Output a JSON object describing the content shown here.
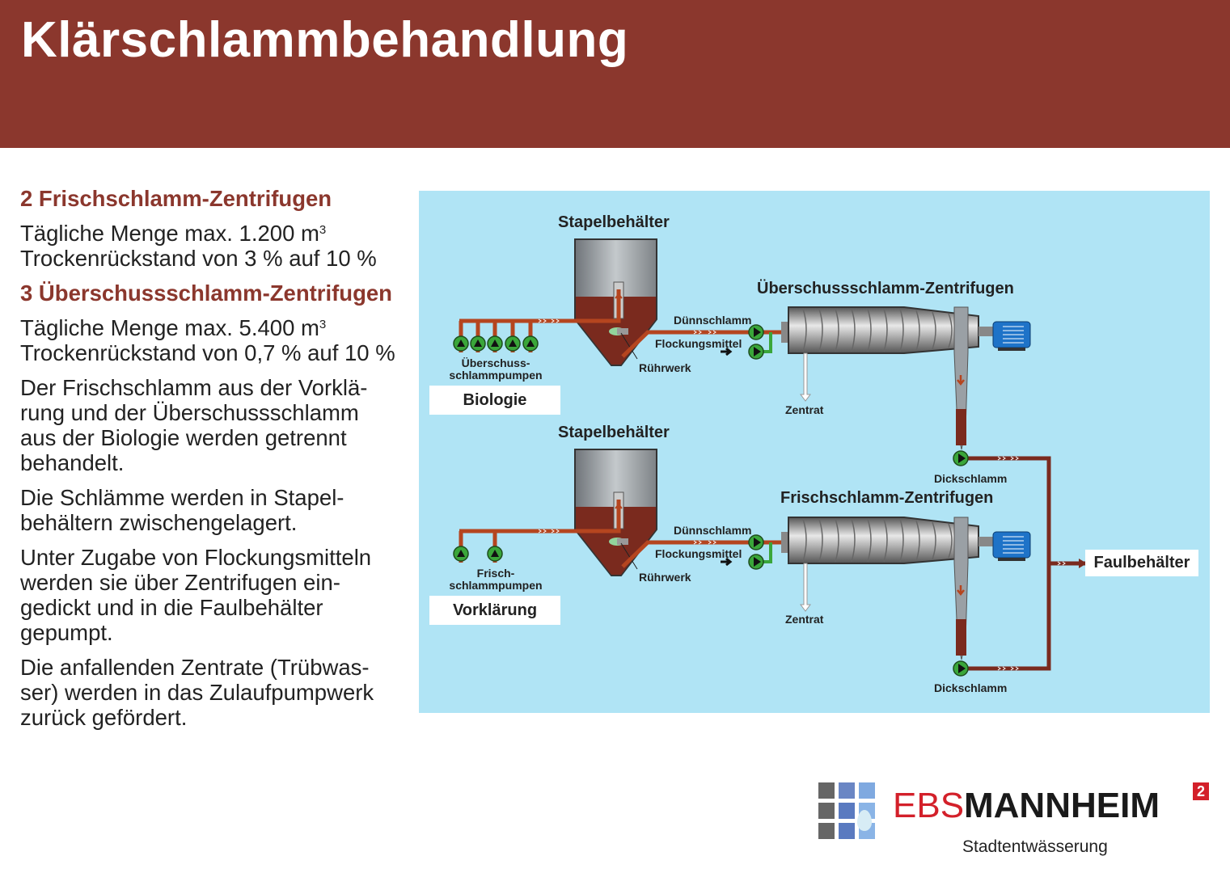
{
  "header": {
    "title": "Klärschlammbehandlung"
  },
  "text": {
    "h1": "2 Frischschlamm-Zentrifugen",
    "p1a": "Tägliche Menge max. 1.200 m",
    "p1sup": "3",
    "p1b": "Trockenrückstand von 3 % auf 10 %",
    "h2": "3 Überschussschlamm-Zentrifugen",
    "p2a": "Tägliche Menge max. 5.400 m",
    "p2sup": "3",
    "p2b": "Trockenrückstand von 0,7 % auf 10 %",
    "p3": "Der Frischschlamm aus der Vorklä-rung und der Überschussschlamm aus der Biologie werden getrennt behandelt.",
    "p4": "Die Schlämme werden in Stapel-behältern zwischengelagert.",
    "p5": "Unter Zugabe von Flockungsmitteln werden sie über Zentrifugen ein-gedickt und in die Faulbehälter gepumpt.",
    "p6": "Die anfallenden Zentrate (Trübwas-ser) werden in das Zulaufpumpwerk zurück gefördert."
  },
  "diagram": {
    "top": {
      "tank": "Stapelbehälter",
      "centrifuge": "Überschussschlamm-Zentrifugen",
      "thin": "Dünnschlamm",
      "floc": "Flockungsmittel",
      "stirrer": "Rührwerk",
      "pumps1": "Überschuss-",
      "pumps2": "schlammpumpen",
      "source": "Biologie",
      "centrate": "Zentrat",
      "thick": "Dickschlamm"
    },
    "bottom": {
      "tank": "Stapelbehälter",
      "centrifuge": "Frischschlamm-Zentrifugen",
      "thin": "Dünnschlamm",
      "floc": "Flockungsmittel",
      "stirrer": "Rührwerk",
      "pumps1": "Frisch-",
      "pumps2": "schlammpumpen",
      "source": "Vorklärung",
      "centrate": "Zentrat",
      "thick": "Dickschlamm"
    },
    "target": "Faulbehälter",
    "colors": {
      "pipe": "#b5451f",
      "sludge": "#7a2a1e",
      "green": "#3aa63a",
      "water": "#b0e4f5"
    }
  },
  "logo": {
    "ebs": "EBS",
    "mannheim": "MANNHEIM",
    "sup": "2",
    "sub": "Stadtentwässerung"
  }
}
